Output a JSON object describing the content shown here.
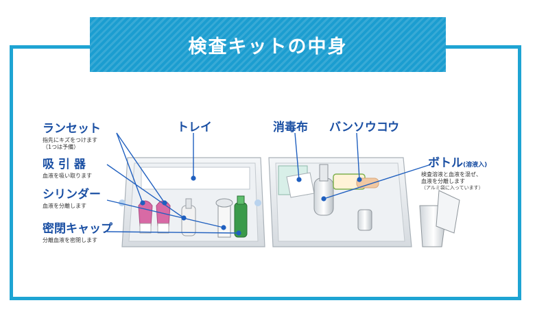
{
  "title": "検査キットの中身",
  "labels": {
    "lancet": {
      "name": "ランセット",
      "desc1": "指先にキズをつけます",
      "desc2": "（1つは予備）"
    },
    "pipette": {
      "name": "吸 引 器",
      "desc1": "血液を吸い取ります"
    },
    "cylinder": {
      "name": "シリンダー",
      "desc1": "血液を分離します"
    },
    "cap": {
      "name": "密閉キャップ",
      "desc1": "分離血液を密閉します"
    },
    "tray": {
      "name": "トレイ"
    },
    "disinfectant": {
      "name": "消毒布"
    },
    "bandage": {
      "name": "バンソウコウ"
    },
    "bottle": {
      "name": "ボトル",
      "tag": "(溶液入)",
      "desc1": "検査溶液と血液を混ぜ、",
      "desc2": "血液を分離します",
      "desc3": "（アルミ袋に入っています）"
    }
  },
  "colors": {
    "accent": "#1ea4d3",
    "label": "#1a4fa3",
    "pointer": "#1f5fbf",
    "lancet": "#d86aa5",
    "green": "#3a9a4a"
  }
}
